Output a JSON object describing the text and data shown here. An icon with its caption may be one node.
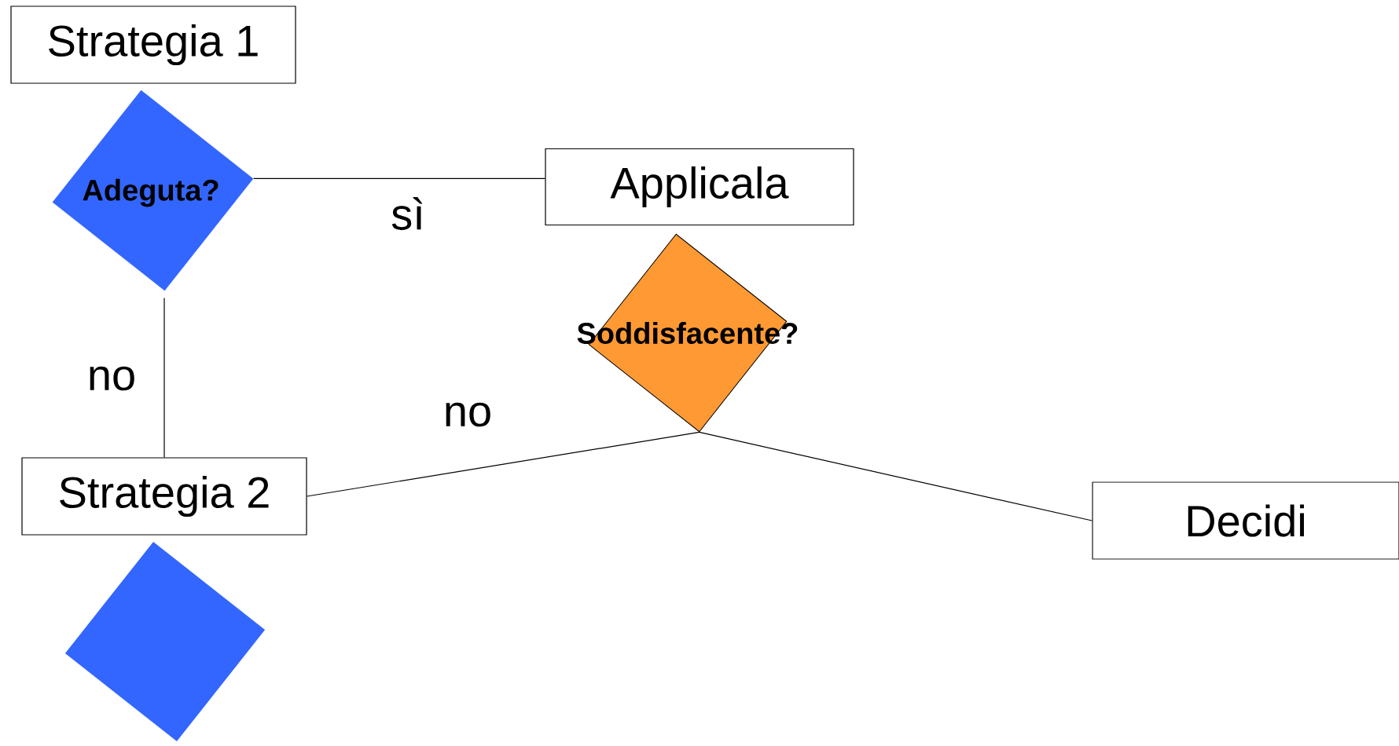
{
  "diagram": {
    "nodes": [
      {
        "text": [
          "Strategia 1"
        ]
      },
      {
        "text": [
          "Adeguta?"
        ]
      },
      {
        "text": [
          "Applicala"
        ]
      },
      {
        "text": [
          "Soddisfacente?"
        ]
      },
      {
        "text": [
          "Strategia 2"
        ]
      },
      {
        "text": [
          "Decidi"
        ]
      },
      {
        "text": [],
        "shape": "diamond"
      }
    ],
    "edges": [
      {
        "from": 1,
        "to": 2,
        "arrow": "none",
        "label": "sì"
      },
      {
        "from": 1,
        "to": 4,
        "arrow": "none",
        "label": "no"
      },
      {
        "from": 3,
        "to": 4,
        "arrow": "none",
        "label": "no"
      },
      {
        "from": 3,
        "to": 5,
        "arrow": "none"
      }
    ]
  }
}
